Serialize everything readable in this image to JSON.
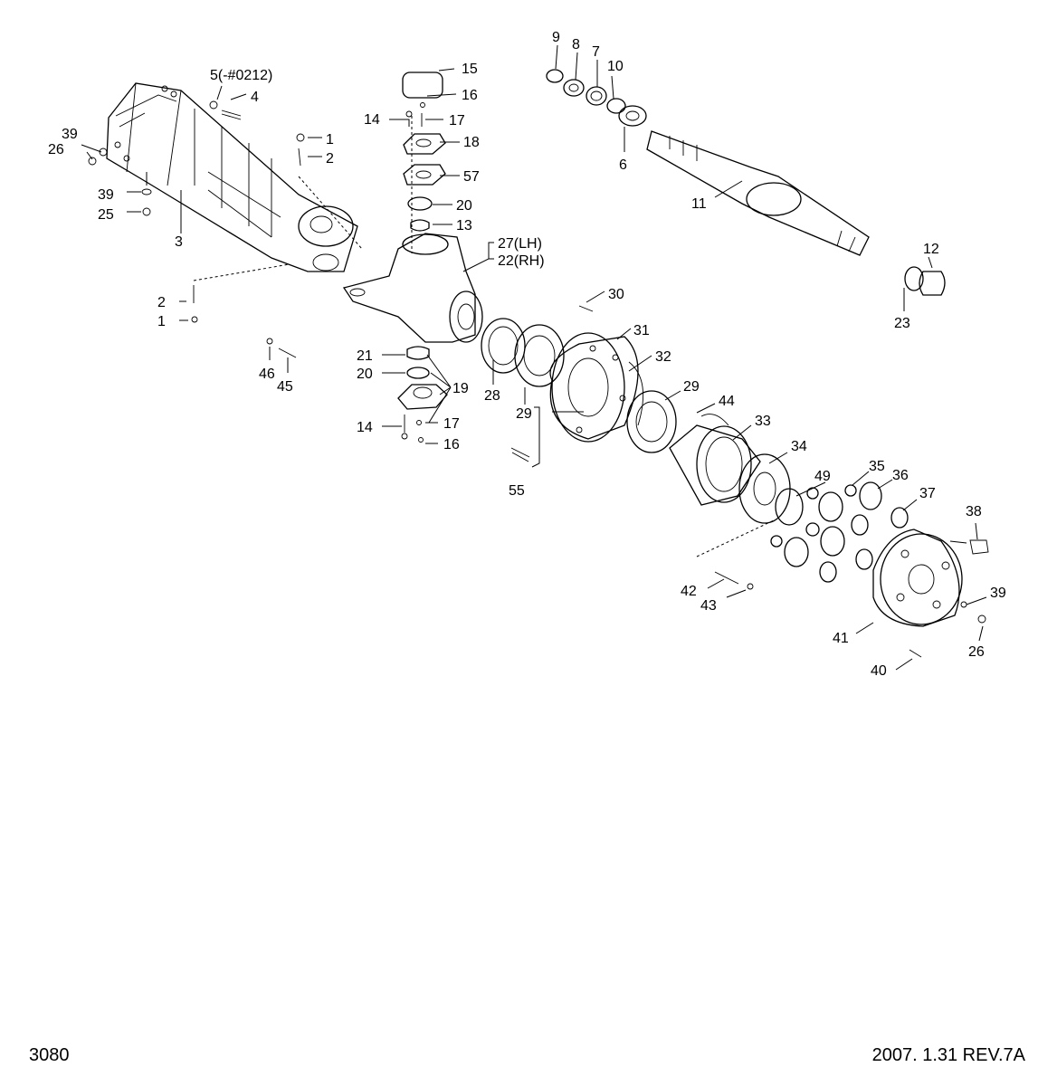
{
  "footer": {
    "page_number": "3080",
    "revision": "2007. 1.31  REV.7A"
  },
  "callouts": {
    "c1a": "1",
    "c2a": "2",
    "c3": "3",
    "c4": "4",
    "c5": "5(-#0212)",
    "c39a": "39",
    "c26a": "26",
    "c39b": "39",
    "c25": "25",
    "c2b": "2",
    "c1b": "1",
    "c15": "15",
    "c16a": "16",
    "c14a": "14",
    "c17a": "17",
    "c18": "18",
    "c57": "57",
    "c20a": "20",
    "c13": "13",
    "c27": "27(LH)",
    "c22": "22(RH)",
    "c21": "21",
    "c20b": "20",
    "c19": "19",
    "c14b": "14",
    "c17b": "17",
    "c16b": "16",
    "c46": "46",
    "c45": "45",
    "c9": "9",
    "c8": "8",
    "c7": "7",
    "c10": "10",
    "c6": "6",
    "c11": "11",
    "c12": "12",
    "c23": "23",
    "c30": "30",
    "c31": "31",
    "c32": "32",
    "c28": "28",
    "c29a": "29",
    "c29b": "29",
    "c44": "44",
    "c33": "33",
    "c34": "34",
    "c55": "55",
    "c49": "49",
    "c35": "35",
    "c36": "36",
    "c37": "37",
    "c38": "38",
    "c42": "42",
    "c43": "43",
    "c41": "41",
    "c39c": "39",
    "c26b": "26",
    "c40": "40"
  }
}
